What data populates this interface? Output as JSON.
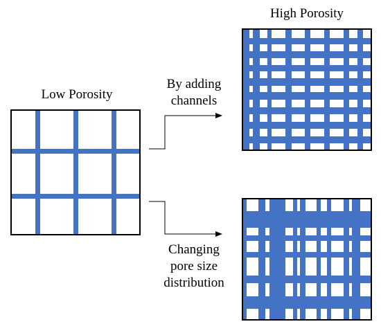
{
  "labels": {
    "low_porosity": "Low Porosity",
    "high_porosity": "High Porosity",
    "adding_channels_line1": "By adding",
    "adding_channels_line2": "channels",
    "pore_size_line1": "Changing",
    "pore_size_line2": "pore size",
    "pore_size_line3": "distribution"
  },
  "colors": {
    "channel": "#4472C4",
    "background": "#FFFFFF",
    "outline": "#000000"
  },
  "icons": {
    "arrow_top": "elbow-arrow-right-icon",
    "arrow_bottom": "elbow-arrow-right-icon"
  }
}
